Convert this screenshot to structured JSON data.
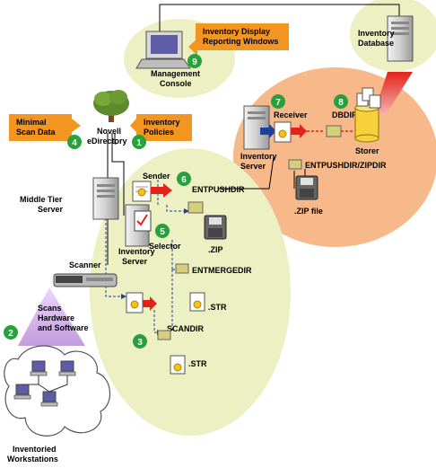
{
  "badges": [
    "1",
    "2",
    "3",
    "4",
    "5",
    "6",
    "7",
    "8",
    "9"
  ],
  "callouts": {
    "inventory_display": [
      "Inventory Display",
      "Reporting Windows"
    ],
    "minimal_scan": [
      "Minimal",
      "Scan Data"
    ],
    "inventory_policies": [
      "Inventory",
      "Policies"
    ]
  },
  "labels": {
    "management_console": [
      "Management",
      "Console"
    ],
    "inventory_database": [
      "Inventory",
      "Database"
    ],
    "novell_edirectory": [
      "Novell",
      "eDirectory"
    ],
    "middle_tier": [
      "Middle Tier",
      "Server"
    ],
    "scanner": "Scanner",
    "scans": [
      "Scans",
      "Hardware",
      "and Software"
    ],
    "inventoried": [
      "Inventoried",
      "Workstations"
    ],
    "sender": "Sender",
    "entpushdir": "ENTPUSHDIR",
    "zip": ".ZIP",
    "selector": "Selector",
    "inventory_server_lower": [
      "Inventory",
      "Server"
    ],
    "entmergedir": "ENTMERGEDIR",
    "str1": ".STR",
    "scandir": "SCANDIR",
    "str2": ".STR",
    "receiver": "Receiver",
    "dbdir": "DBDIR",
    "storer": "Storer",
    "inventory_server_upper": [
      "Inventory",
      "Server"
    ],
    "entpushdir_zipdir": "ENTPUSHDIR/ZIPDIR",
    "zip_file": ".ZIP file"
  },
  "colors": {
    "orange": "#f39621",
    "orange_light": "#f7b98a",
    "green_light": "#ecf0c2",
    "badge_green": "#27a13c",
    "arrow_blue": "#1f3f9f",
    "arrow_red": "#e3221b",
    "server_gray": "#c8c8c8"
  },
  "icons": [
    "tree-icon",
    "server-icon",
    "monitor-icon",
    "scanner-icon",
    "cloud-icon",
    "document-icon",
    "zip-icon",
    "database-icon",
    "folder-icon"
  ]
}
